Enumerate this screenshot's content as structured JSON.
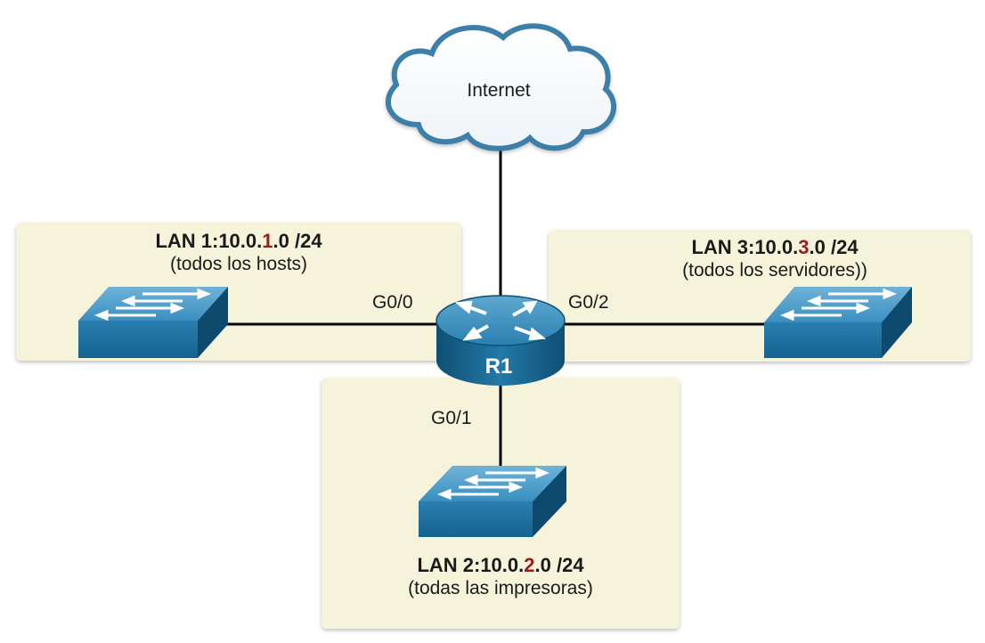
{
  "cloud": {
    "label": "Internet"
  },
  "router": {
    "name": "R1"
  },
  "ports": {
    "g0_0": "G0/0",
    "g0_1": "G0/1",
    "g0_2": "G0/2"
  },
  "lan1": {
    "title_prefix": "LAN 1:10.0.",
    "octet": "1",
    "title_suffix": ".0 /24",
    "description": "(todos los hosts)"
  },
  "lan2": {
    "title_prefix": "LAN 2:10.0.",
    "octet": "2",
    "title_suffix": ".0 /24",
    "description": "(todas las impresoras)"
  },
  "lan3": {
    "title_prefix": "LAN 3:10.0.",
    "octet": "3",
    "title_suffix": ".0 /24",
    "description": "(todos los servidores))"
  },
  "colors": {
    "lan_background": "#f5f3d9",
    "device_blue": "#1f6f9c",
    "octet_red": "#9b1c1c"
  }
}
